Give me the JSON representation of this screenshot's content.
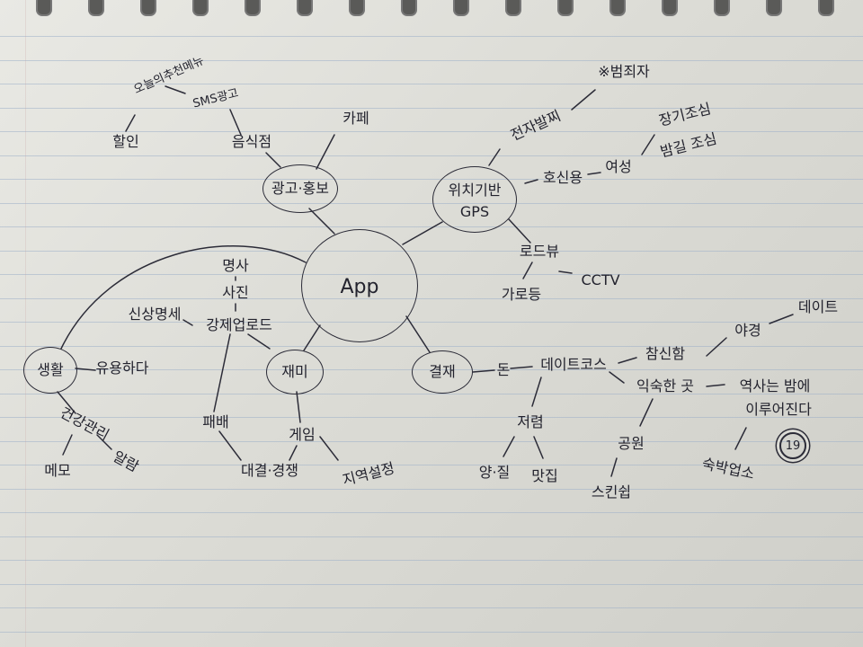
{
  "colors": {
    "ink": "#2c2c38",
    "paper": "#e0e0da",
    "rule": "#9fb1c8"
  },
  "center": {
    "label": "App"
  },
  "nodes": {
    "ad": "광고·홍보",
    "location": "위치기반\nGPS",
    "payment": "결재",
    "fun": "재미",
    "life": "생활"
  },
  "ad_branch": {
    "restaurant": "음식점",
    "cafe": "카페",
    "sms_ad": "SMS광고",
    "today_menu": "오늘의추천메뉴",
    "discount": "할인"
  },
  "location_branch": {
    "e_anklet": "전자발찌",
    "criminal": "※범죄자",
    "protection": "호신용",
    "woman": "여성",
    "long_term_care": "장기조심",
    "night_caution": "밤길 조심",
    "roadview": "로드뷰",
    "streetlight": "가로등",
    "cctv": "CCTV"
  },
  "payment_branch": {
    "money": "돈",
    "date_course": "데이트코스",
    "fresh": "참신함",
    "familiar": "익숙한 곳",
    "night_view": "야경",
    "date": "데이트",
    "history_night": "역사는 밤에\n이루어진다",
    "adult_badge": "19",
    "lodging": "숙박업소",
    "park": "공원",
    "skinship": "스킨쉽",
    "cheap": "저렴",
    "quantity_quality": "양·질",
    "tasty": "맛집"
  },
  "fun_branch": {
    "photo_category": "명사",
    "photo": "사진",
    "forced_upload": "강제업로드",
    "shinsang": "신상명세",
    "penalty": "패배",
    "game": "게임",
    "versus": "대결·경쟁",
    "region_setting": "지역설정"
  },
  "life_branch": {
    "useful": "유용하다",
    "health": "건강관리",
    "memo": "메모",
    "alarm": "알람"
  }
}
